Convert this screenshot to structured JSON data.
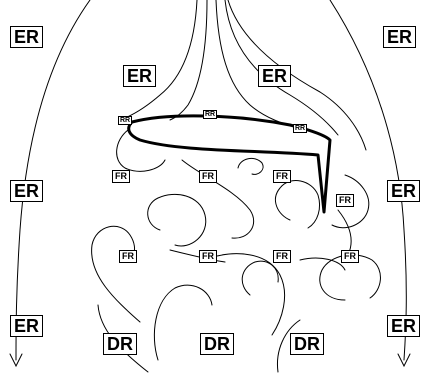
{
  "labels": {
    "er": "ER",
    "dr": "DR",
    "fr": "FR",
    "rr": "RR"
  }
}
